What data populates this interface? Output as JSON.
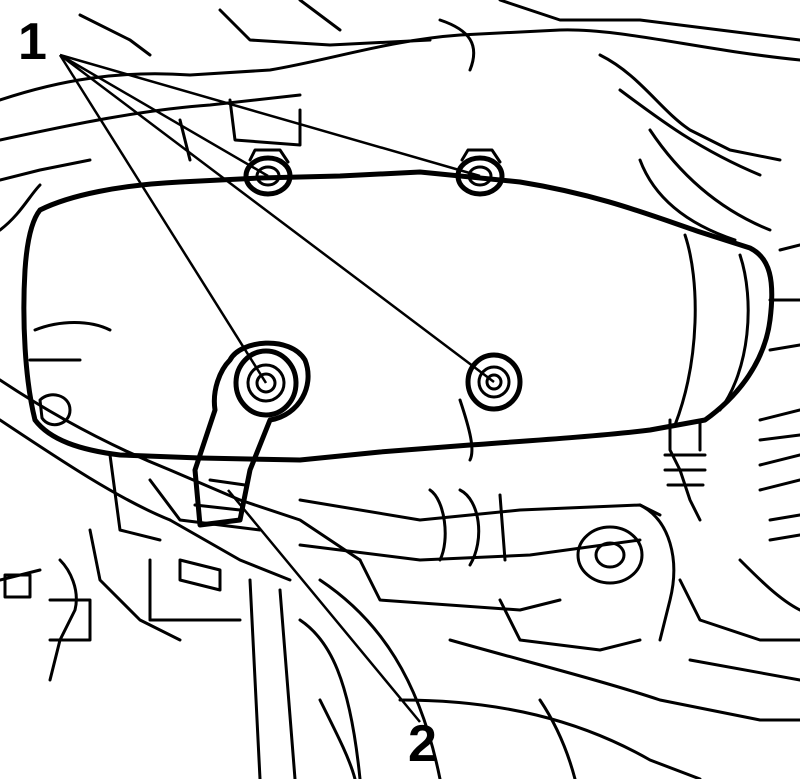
{
  "diagram": {
    "callouts": [
      {
        "id": "1",
        "label": "1",
        "refers_to": "bolts"
      },
      {
        "id": "2",
        "label": "2",
        "refers_to": "bracket"
      }
    ],
    "colors": {
      "line": "#000000",
      "background": "#ffffff"
    }
  }
}
